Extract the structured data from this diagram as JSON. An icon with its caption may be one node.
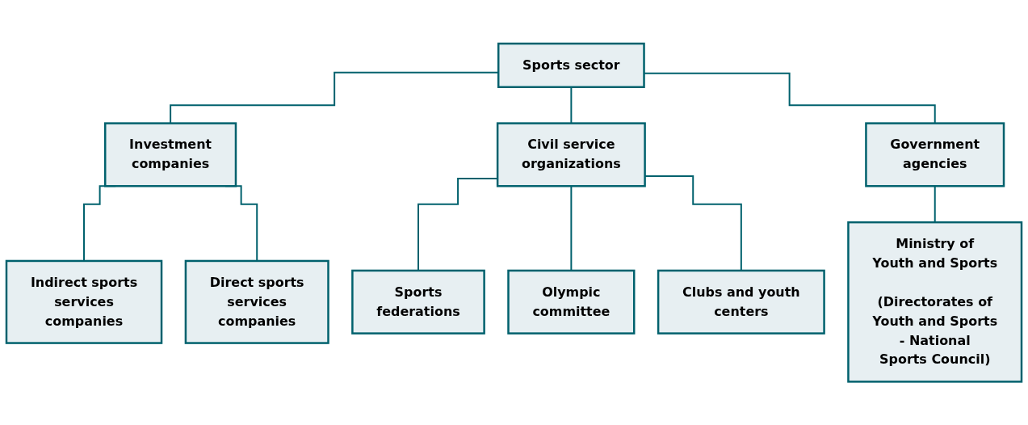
{
  "diagram": {
    "nodes": [
      {
        "text": [
          "Sports sector"
        ]
      },
      {
        "text": [
          "Investment companies"
        ]
      },
      {
        "text": [
          "Civil service organizations"
        ]
      },
      {
        "text": [
          "Government agencies"
        ]
      },
      {
        "text": [
          "Indirect sports services companies"
        ]
      },
      {
        "text": [
          "Direct sports services companies"
        ]
      },
      {
        "text": [
          "Sports federations"
        ]
      },
      {
        "text": [
          "Olympic committee"
        ]
      },
      {
        "text": [
          "Clubs and youth centers"
        ]
      },
      {
        "text": [
          "Ministry of Youth and Sports",
          "(Directorates of Youth and Sports - National Sports Council)"
        ]
      }
    ],
    "edges": [
      {
        "from": 0,
        "to": 1,
        "arrow": "none"
      },
      {
        "from": 0,
        "to": 2,
        "arrow": "none"
      },
      {
        "from": 0,
        "to": 3,
        "arrow": "none"
      },
      {
        "from": 1,
        "to": 4,
        "arrow": "none"
      },
      {
        "from": 1,
        "to": 5,
        "arrow": "none"
      },
      {
        "from": 2,
        "to": 6,
        "arrow": "none"
      },
      {
        "from": 2,
        "to": 7,
        "arrow": "none"
      },
      {
        "from": 2,
        "to": 8,
        "arrow": "none"
      },
      {
        "from": 3,
        "to": 9,
        "arrow": "none"
      }
    ]
  }
}
